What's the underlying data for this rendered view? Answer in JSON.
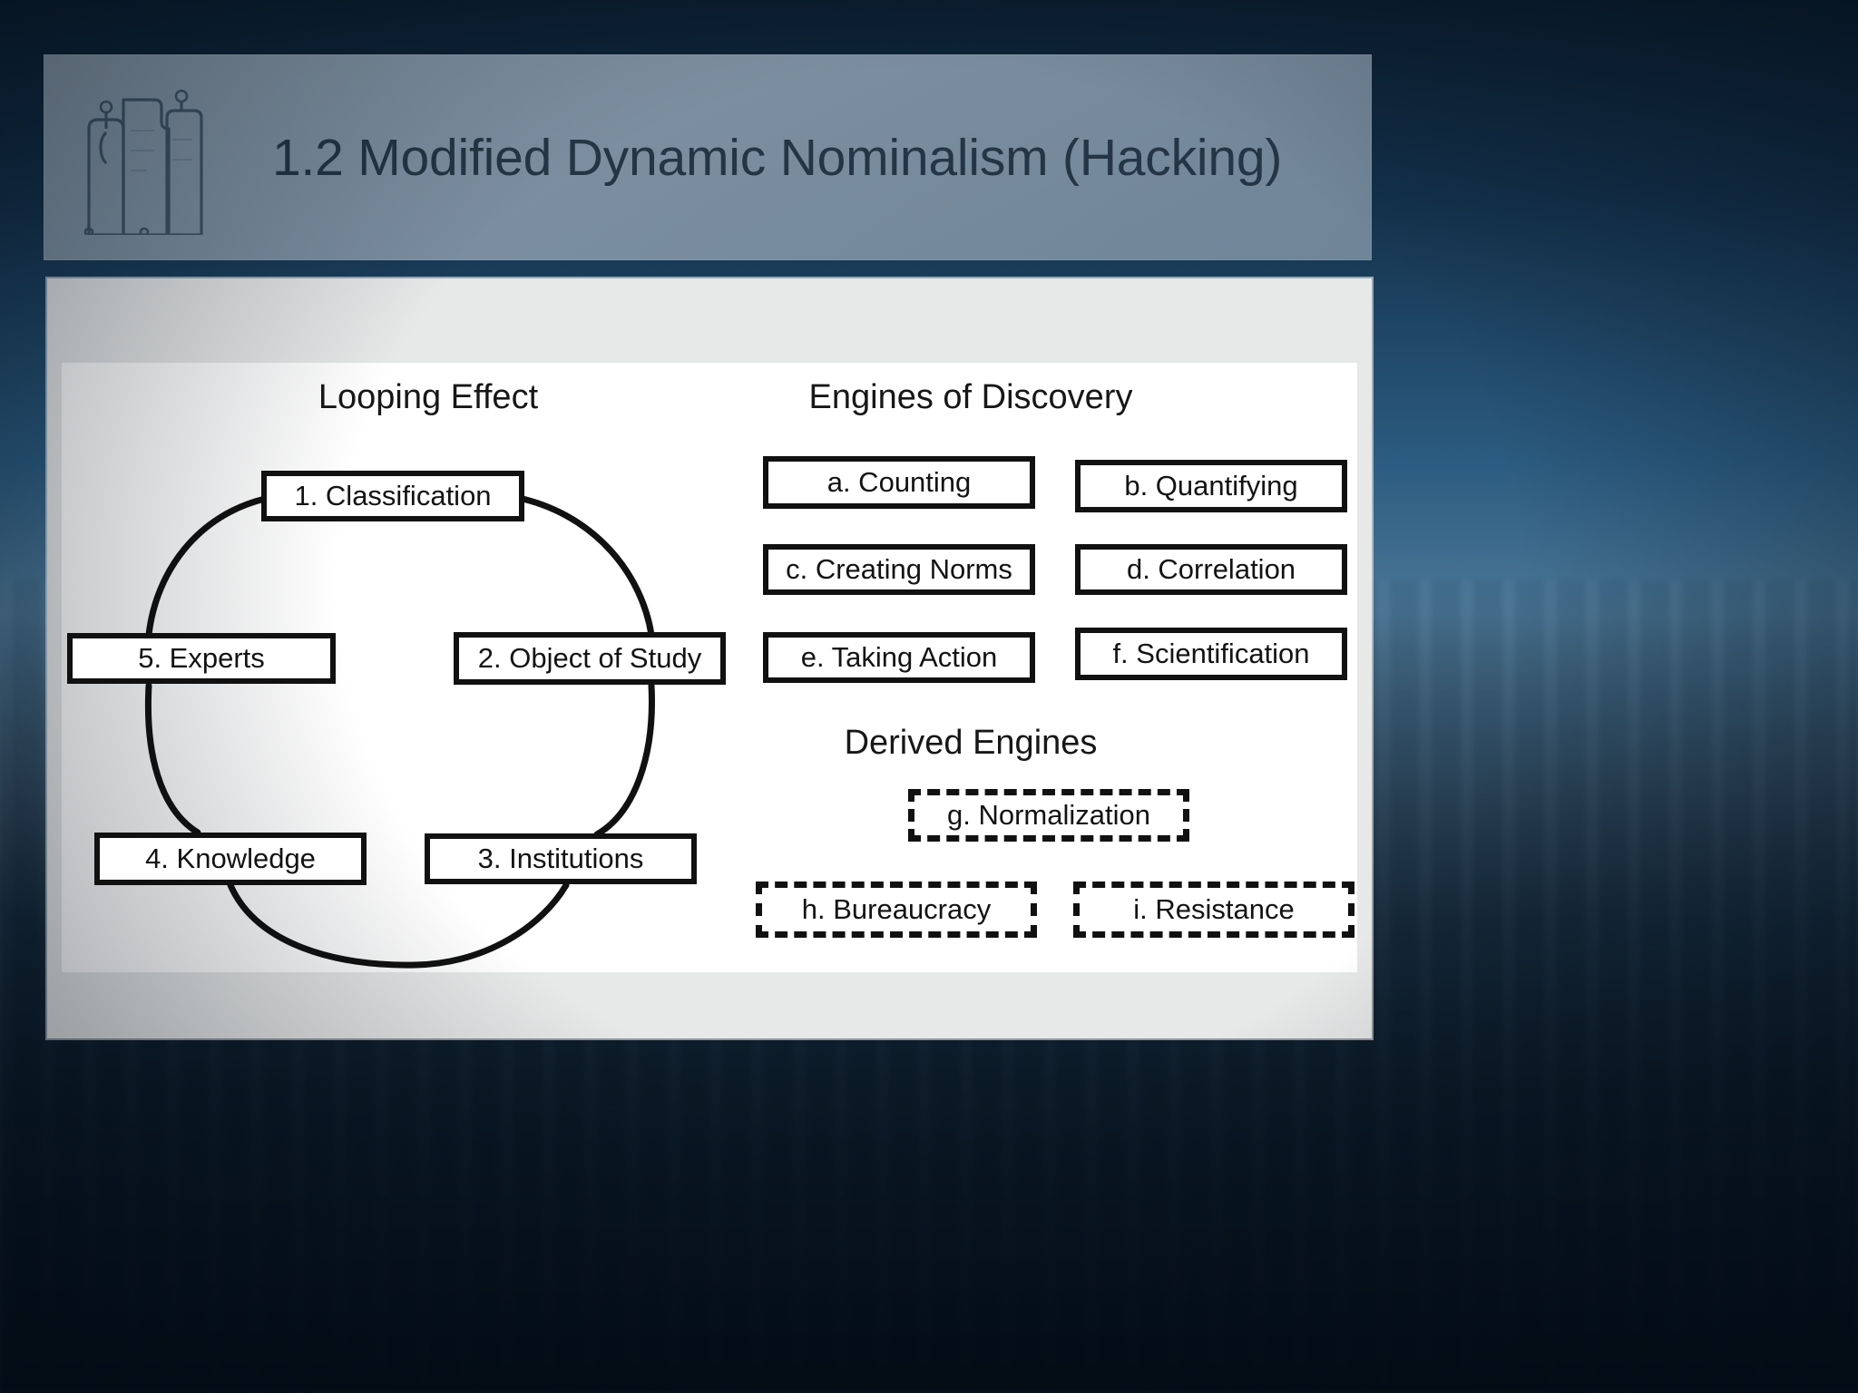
{
  "slide": {
    "title": "1.2 Modified Dynamic Nominalism (Hacking)",
    "title_icon": "cityscape-buildings-icon",
    "accent_color": "#243645",
    "title_bar_color": "#8a9aa9",
    "panel_color": "#e7e8e8",
    "figure_background": "#ffffff",
    "ink_color": "#111111"
  },
  "figure": {
    "headings": {
      "looping": "Looping Effect",
      "engines": "Engines of Discovery",
      "derived": "Derived Engines"
    },
    "looping_effect": {
      "nodes": [
        {
          "id": "1",
          "label": "1. Classification"
        },
        {
          "id": "2",
          "label": "2. Object of Study"
        },
        {
          "id": "3",
          "label": "3. Institutions"
        },
        {
          "id": "4",
          "label": "4. Knowledge"
        },
        {
          "id": "5",
          "label": "5. Experts"
        }
      ]
    },
    "engines_of_discovery": {
      "nodes": [
        {
          "id": "a",
          "label": "a. Counting",
          "style": "solid"
        },
        {
          "id": "b",
          "label": "b. Quantifying",
          "style": "solid"
        },
        {
          "id": "c",
          "label": "c. Creating Norms",
          "style": "solid"
        },
        {
          "id": "d",
          "label": "d. Correlation",
          "style": "solid"
        },
        {
          "id": "e",
          "label": "e. Taking Action",
          "style": "solid"
        },
        {
          "id": "f",
          "label": "f. Scientification",
          "style": "solid"
        }
      ]
    },
    "derived_engines": {
      "nodes": [
        {
          "id": "g",
          "label": "g. Normalization",
          "style": "dashed"
        },
        {
          "id": "h",
          "label": "h. Bureaucracy",
          "style": "dashed"
        },
        {
          "id": "i",
          "label": "i. Resistance",
          "style": "dashed"
        }
      ]
    }
  }
}
